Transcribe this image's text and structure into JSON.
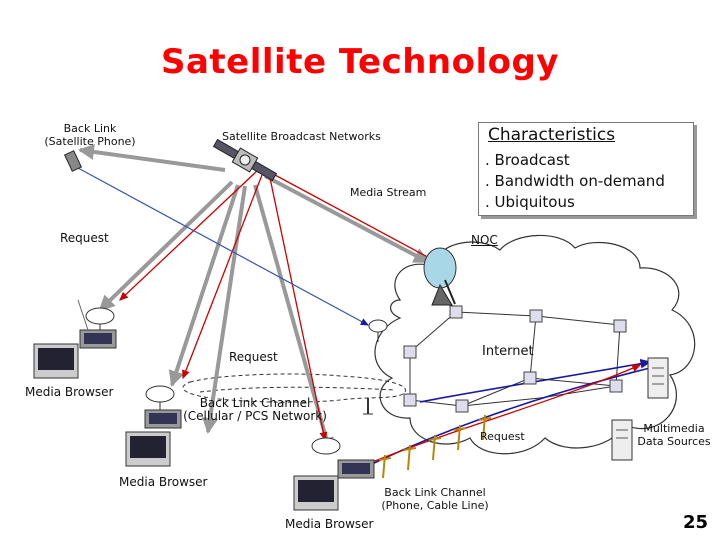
{
  "title": "Satellite Technology",
  "labels": {
    "back_link_phone": [
      "Back Link",
      "(Satellite Phone)"
    ],
    "satellite_broadcast": "Satellite Broadcast Networks",
    "media_stream": "Media Stream",
    "request_left": "Request",
    "noc": "NOC",
    "internet": "Internet",
    "request_mid": "Request",
    "media_browser_1": "Media Browser",
    "back_link_cellular": [
      "Back Link Channel",
      "(Cellular / PCS Network)"
    ],
    "request_right": "Request",
    "multimedia": [
      "Multimedia",
      "Data Sources"
    ],
    "media_browser_2": "Media Browser",
    "back_link_cable": [
      "Back Link Channel",
      "(Phone, Cable Line)"
    ],
    "media_browser_3": "Media Browser"
  },
  "characteristics": {
    "heading": "Characteristics",
    "items": [
      ". Broadcast",
      ". Bandwidth on-demand",
      ". Ubiquitous"
    ]
  },
  "page_number": "25",
  "colors": {
    "title": "#ff0000",
    "broadcast_beam": "#999999",
    "request_line": "#cc0000",
    "internet_link": "#1a1aa0"
  }
}
